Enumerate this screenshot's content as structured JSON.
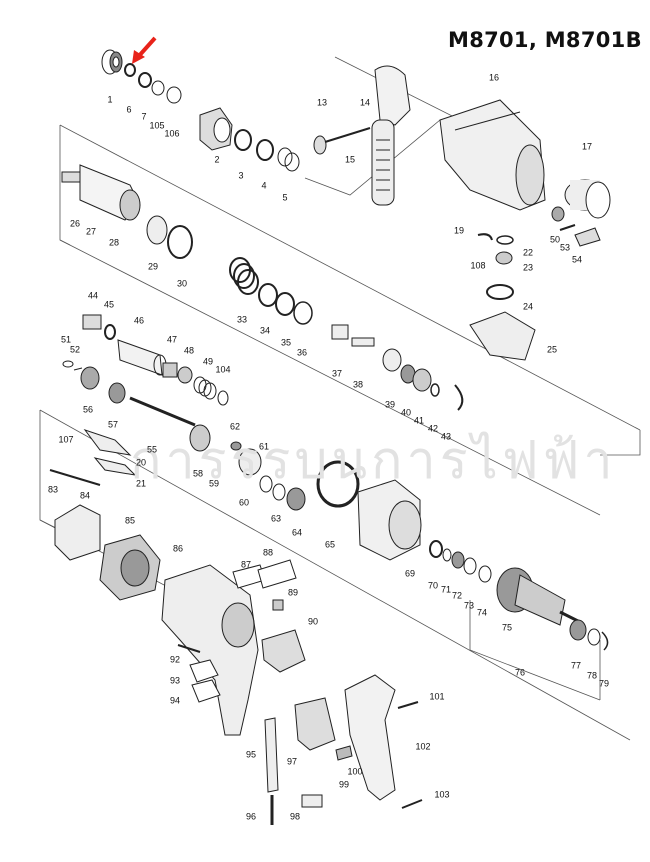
{
  "header": {
    "model": "M8701, M8701B"
  },
  "watermark": {
    "text": "การรรบนการไฟฟ้า"
  },
  "accent_color": "#e8231a",
  "parts": [
    {
      "id": "p1",
      "label": "1"
    },
    {
      "id": "p6",
      "label": "6"
    },
    {
      "id": "p7",
      "label": "7"
    },
    {
      "id": "p105",
      "label": "105"
    },
    {
      "id": "p106",
      "label": "106"
    },
    {
      "id": "p2",
      "label": "2"
    },
    {
      "id": "p3",
      "label": "3"
    },
    {
      "id": "p4",
      "label": "4"
    },
    {
      "id": "p5",
      "label": "5"
    },
    {
      "id": "p13",
      "label": "13"
    },
    {
      "id": "p14",
      "label": "14"
    },
    {
      "id": "p15",
      "label": "15"
    },
    {
      "id": "p16",
      "label": "16"
    },
    {
      "id": "p17",
      "label": "17"
    },
    {
      "id": "p26",
      "label": "26"
    },
    {
      "id": "p27",
      "label": "27"
    },
    {
      "id": "p28",
      "label": "28"
    },
    {
      "id": "p29",
      "label": "29"
    },
    {
      "id": "p30",
      "label": "30"
    },
    {
      "id": "p19",
      "label": "19"
    },
    {
      "id": "p22",
      "label": "22"
    },
    {
      "id": "p108",
      "label": "108"
    },
    {
      "id": "p23",
      "label": "23"
    },
    {
      "id": "p50",
      "label": "50"
    },
    {
      "id": "p53",
      "label": "53"
    },
    {
      "id": "p54",
      "label": "54"
    },
    {
      "id": "p24",
      "label": "24"
    },
    {
      "id": "p25",
      "label": "25"
    },
    {
      "id": "p33",
      "label": "33"
    },
    {
      "id": "p34",
      "label": "34"
    },
    {
      "id": "p35",
      "label": "35"
    },
    {
      "id": "p36",
      "label": "36"
    },
    {
      "id": "p37",
      "label": "37"
    },
    {
      "id": "p38",
      "label": "38"
    },
    {
      "id": "p39",
      "label": "39"
    },
    {
      "id": "p40",
      "label": "40"
    },
    {
      "id": "p41",
      "label": "41"
    },
    {
      "id": "p42",
      "label": "42"
    },
    {
      "id": "p43",
      "label": "43"
    },
    {
      "id": "p44",
      "label": "44"
    },
    {
      "id": "p45",
      "label": "45"
    },
    {
      "id": "p46",
      "label": "46"
    },
    {
      "id": "p47",
      "label": "47"
    },
    {
      "id": "p48",
      "label": "48"
    },
    {
      "id": "p49",
      "label": "49"
    },
    {
      "id": "p104",
      "label": "104"
    },
    {
      "id": "p51",
      "label": "51"
    },
    {
      "id": "p52",
      "label": "52"
    },
    {
      "id": "p56",
      "label": "56"
    },
    {
      "id": "p57",
      "label": "57"
    },
    {
      "id": "p55",
      "label": "55"
    },
    {
      "id": "p107",
      "label": "107"
    },
    {
      "id": "p20",
      "label": "20"
    },
    {
      "id": "p21",
      "label": "21"
    },
    {
      "id": "p83",
      "label": "83"
    },
    {
      "id": "p62",
      "label": "62"
    },
    {
      "id": "p61",
      "label": "61"
    },
    {
      "id": "p58",
      "label": "58"
    },
    {
      "id": "p59",
      "label": "59"
    },
    {
      "id": "p60",
      "label": "60"
    },
    {
      "id": "p63",
      "label": "63"
    },
    {
      "id": "p64",
      "label": "64"
    },
    {
      "id": "p65",
      "label": "65"
    },
    {
      "id": "p84",
      "label": "84"
    },
    {
      "id": "p85",
      "label": "85"
    },
    {
      "id": "p86",
      "label": "86"
    },
    {
      "id": "p69",
      "label": "69"
    },
    {
      "id": "p70",
      "label": "70"
    },
    {
      "id": "p71",
      "label": "71"
    },
    {
      "id": "p72",
      "label": "72"
    },
    {
      "id": "p73",
      "label": "73"
    },
    {
      "id": "p74",
      "label": "74"
    },
    {
      "id": "p75",
      "label": "75"
    },
    {
      "id": "p76",
      "label": "76"
    },
    {
      "id": "p77",
      "label": "77"
    },
    {
      "id": "p78",
      "label": "78"
    },
    {
      "id": "p79",
      "label": "79"
    },
    {
      "id": "p87",
      "label": "87"
    },
    {
      "id": "p88",
      "label": "88"
    },
    {
      "id": "p89",
      "label": "89"
    },
    {
      "id": "p90",
      "label": "90"
    },
    {
      "id": "p92",
      "label": "92"
    },
    {
      "id": "p93",
      "label": "93"
    },
    {
      "id": "p94",
      "label": "94"
    },
    {
      "id": "p101",
      "label": "101"
    },
    {
      "id": "p102",
      "label": "102"
    },
    {
      "id": "p95",
      "label": "95"
    },
    {
      "id": "p97",
      "label": "97"
    },
    {
      "id": "p99",
      "label": "99"
    },
    {
      "id": "p100",
      "label": "100"
    },
    {
      "id": "p103",
      "label": "103"
    },
    {
      "id": "p96",
      "label": "96"
    },
    {
      "id": "p98",
      "label": "98"
    }
  ]
}
